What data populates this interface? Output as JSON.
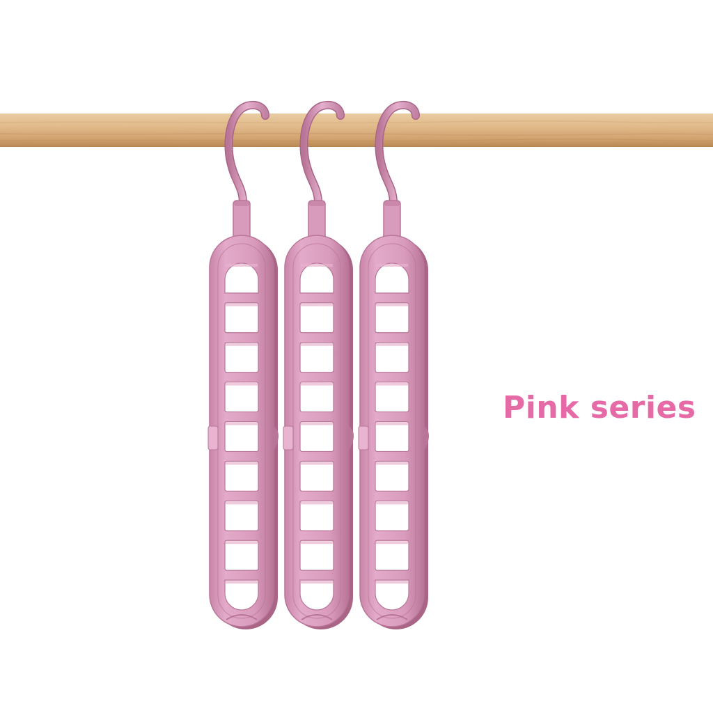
{
  "caption": {
    "text": "Pink series",
    "color": "#E56AA6"
  },
  "colors": {
    "background": "#ffffff",
    "rod_light": "#E2BC8D",
    "rod_mid": "#D2A370",
    "rod_dark": "#B98752",
    "hanger_main": "#D99BBC",
    "hanger_light": "#E8B4CF",
    "hanger_dark": "#B97597",
    "hanger_shadow": "#A96486"
  },
  "hangers": {
    "count": 3,
    "slots_per_hanger": 9
  }
}
